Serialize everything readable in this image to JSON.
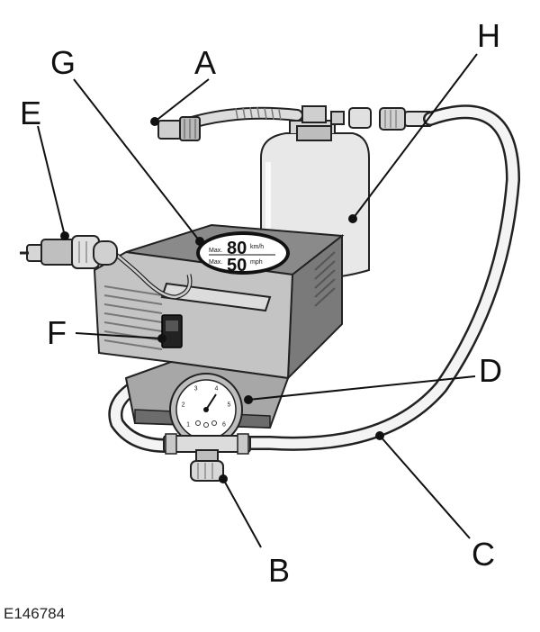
{
  "figure": {
    "reference_code": "E146784",
    "callouts": [
      {
        "id": "A",
        "label": "A",
        "part": "valve-adapter-hose"
      },
      {
        "id": "B",
        "label": "B",
        "part": "pressure-release-valve"
      },
      {
        "id": "C",
        "label": "C",
        "part": "air-hose"
      },
      {
        "id": "D",
        "label": "D",
        "part": "pressure-gauge"
      },
      {
        "id": "E",
        "label": "E",
        "part": "power-plug"
      },
      {
        "id": "F",
        "label": "F",
        "part": "on-off-switch"
      },
      {
        "id": "G",
        "label": "G",
        "part": "speed-limit-sticker"
      },
      {
        "id": "H",
        "label": "H",
        "part": "sealant-bottle"
      }
    ],
    "sticker": {
      "max_label_1": "Max.",
      "speed_kmh": "80",
      "unit_kmh": "km/h",
      "max_label_2": "Max.",
      "speed_mph": "50",
      "unit_mph": "mph"
    },
    "gauge_ticks": [
      "1",
      "2",
      "3",
      "4",
      "5",
      "6"
    ]
  }
}
